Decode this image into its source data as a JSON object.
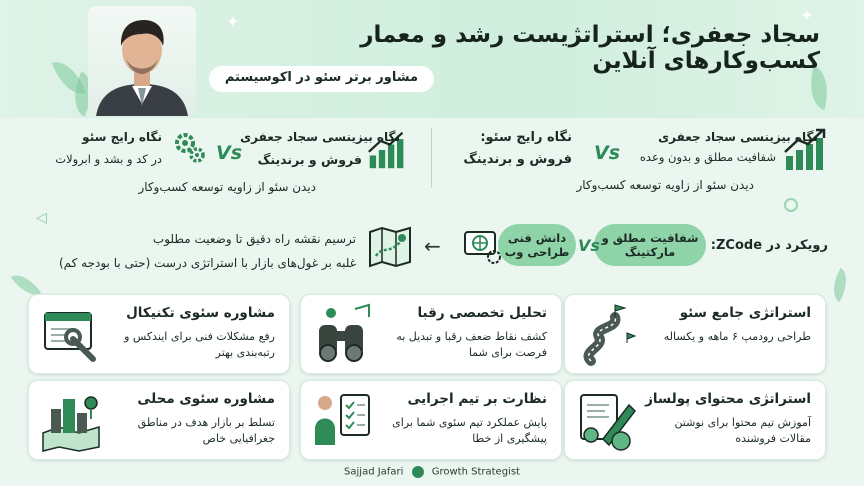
{
  "header": {
    "title": "سجاد جعفری؛ استراتژیست رشد و معمار کسب‌وکارهای آنلاین",
    "subtitle": "مشاور برتر سئو در اکوسیستم"
  },
  "comparison": {
    "right": {
      "business_title": "نگاه بیزینسی سجاد جعفری",
      "business_sub": "شفافیت مطلق و بدون وعده",
      "vs": "Vs",
      "common_title": "نگاه رایج سئو:",
      "common_sub": "فروش و برندینگ",
      "caption": "دیدن سئو از زاویه توسعه کسب‌وکار"
    },
    "left": {
      "business_title": "نگاه بیزینسی سجاد جعفری",
      "business_sub": "فروش و برندینگ",
      "vs": "Vs",
      "common_title": "نگاه رایج سئو",
      "common_sub": "در کد و بشد و ابرولات",
      "caption": "دیدن سئو از زاویه توسعه کسب‌وکار"
    }
  },
  "approach": {
    "label": "رویکرد در ZCode:",
    "pill_right": "شفافیت مطلق و مارکتینگ",
    "vs": "Vs",
    "pill_left": "دانش فنی طراحی وب",
    "arrow": "←",
    "line1": "ترسیم نقشه راه دقیق تا وضعیت مطلوب",
    "line2": "غلبه بر غول‌های بازار با استراتژی درست (حتی با بودجه کم)"
  },
  "cards": [
    {
      "title": "استراتژی جامع سئو",
      "desc": "طراحی رودمپ ۶ ماهه و یکساله",
      "icon": "road-icon"
    },
    {
      "title": "تحلیل تخصصی رقبا",
      "desc": "کشف نقاط ضعف رقبا و تبدیل به فرصت برای شما",
      "icon": "binoculars-icon"
    },
    {
      "title": "مشاوره سئوی تکنیکال",
      "desc": "رفع مشکلات فنی برای ایندکس و رتبه‌بندی بهتر",
      "icon": "wrench-icon"
    },
    {
      "title": "استراتژی محتوای پولساز",
      "desc": "آموزش تیم محتوا برای نوشتن مقالات فروشنده",
      "icon": "pencil-money-icon"
    },
    {
      "title": "نظارت بر تیم اجرایی",
      "desc": "پایش عملکرد تیم سئوی شما برای پیشگیری از خطا",
      "icon": "checklist-icon"
    },
    {
      "title": "مشاوره سئوی محلی",
      "desc": "تسلط بر بازار هدف در مناطق جغرافیایی خاص",
      "icon": "city-map-icon"
    }
  ],
  "footer": {
    "name": "Sajjad Jafari",
    "role": "Growth Strategist"
  },
  "colors": {
    "accent": "#2e8b57",
    "pill": "#8fd3a9",
    "background": "#eaf6ef",
    "header": "#cfeedd"
  }
}
